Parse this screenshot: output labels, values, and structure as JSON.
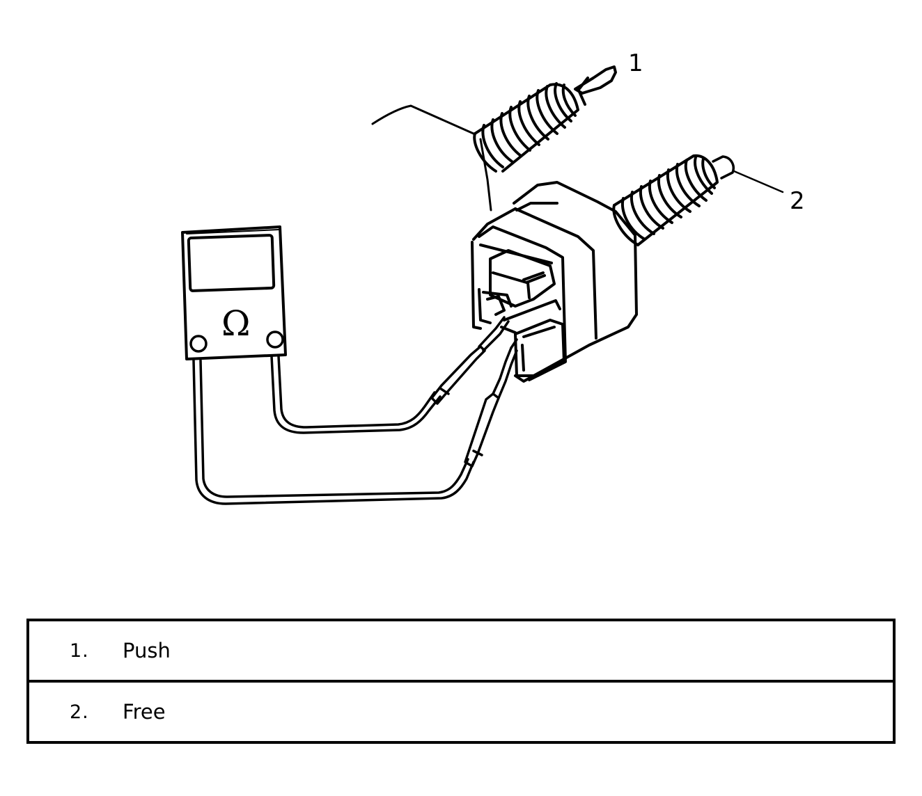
{
  "figure": {
    "callouts": [
      {
        "id": "1",
        "label": "1"
      },
      {
        "id": "2",
        "label": "2"
      }
    ],
    "meter_symbol": "Ω"
  },
  "legend": {
    "rows": [
      {
        "number": "1.",
        "text": "Push"
      },
      {
        "number": "2.",
        "text": "Free"
      }
    ]
  }
}
